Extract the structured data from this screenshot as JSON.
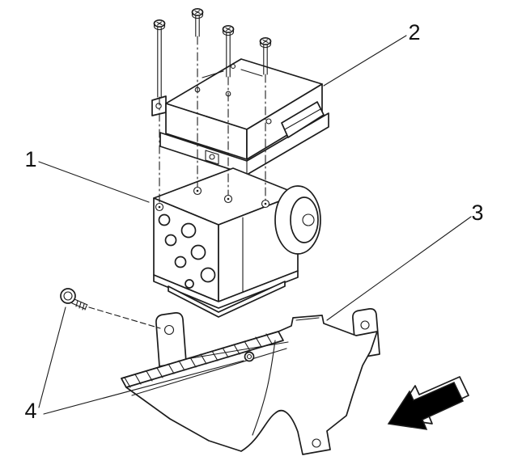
{
  "diagram": {
    "type": "exploded-parts-diagram",
    "callouts": [
      {
        "label": "1"
      },
      {
        "label": "2"
      },
      {
        "label": "3"
      },
      {
        "label": "4"
      }
    ],
    "colors": {
      "line": "#1c1c1c",
      "background": "#ffffff",
      "arrow": "#000000"
    }
  }
}
